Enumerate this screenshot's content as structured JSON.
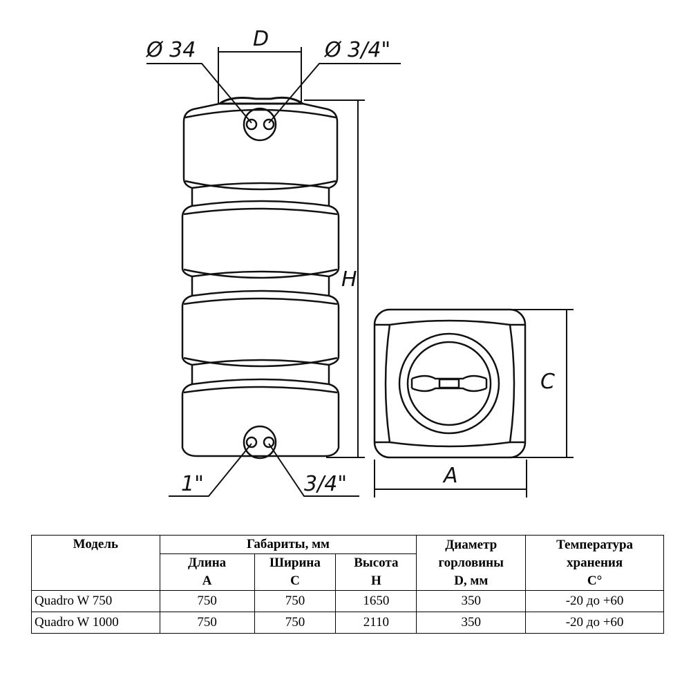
{
  "diagram": {
    "labels": {
      "top_left_fitting": "Ø 34",
      "top_right_fitting": "Ø 3/4\"",
      "neck_diameter": "D",
      "height": "H",
      "bottom_left_fitting": "1\"",
      "bottom_right_fitting": "3/4\"",
      "width": "C",
      "length": "A"
    }
  },
  "table": {
    "headers": {
      "model": "Модель",
      "dimensions": "Габариты, мм",
      "length_top": "Длина",
      "length_bottom": "A",
      "width_top": "Ширина",
      "width_bottom": "C",
      "height_top": "Высота",
      "height_bottom": "H",
      "neck_line1": "Диаметр",
      "neck_line2": "горловины",
      "neck_line3": "D, мм",
      "temp_line1": "Температура",
      "temp_line2": "хранения",
      "temp_line3": "C°"
    },
    "rows": [
      {
        "model": "Quadro W 750",
        "length": "750",
        "width": "750",
        "height": "1650",
        "neck": "350",
        "temp": "-20 до +60"
      },
      {
        "model": "Quadro W 1000",
        "length": "750",
        "width": "750",
        "height": "2110",
        "neck": "350",
        "temp": "-20 до +60"
      }
    ]
  }
}
